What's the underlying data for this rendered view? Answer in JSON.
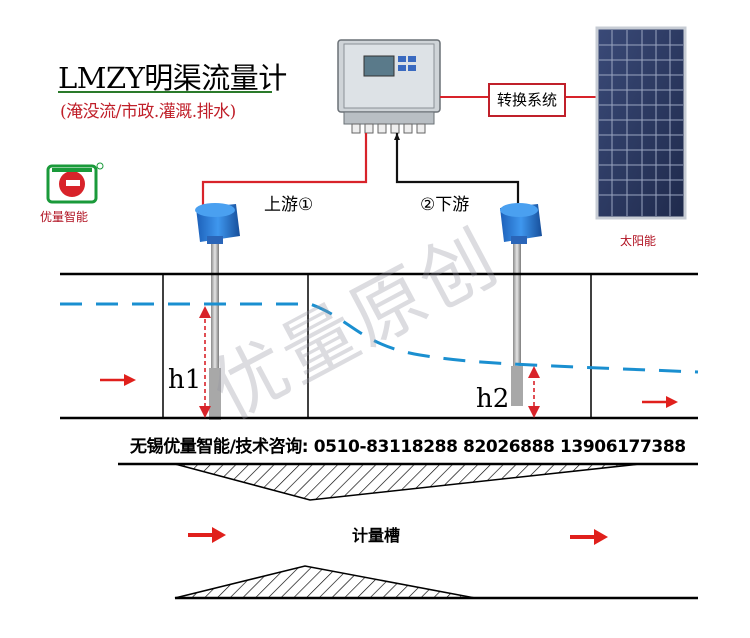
{
  "title": "LMZY明渠流量计",
  "subtitle": "(淹没流/市政.灌溉.排水)",
  "logo": {
    "brand_text": "优量智能",
    "mark": "®"
  },
  "converter": {
    "label": "转换系统"
  },
  "solar": {
    "label": "太阳能"
  },
  "sensors": {
    "upstream_label": "上游①",
    "downstream_label": "②下游",
    "h1_label": "h1",
    "h2_label": "h2"
  },
  "contact": "无锡优量智能/技术咨询: 0510-83118288  82026888 13906177388",
  "flume_label": "计量槽",
  "watermark": "优量原创",
  "colors": {
    "wire_red": "#d8232a",
    "water_blue": "#1a8fd0",
    "arrow_red": "#e0201c",
    "sensor_blue": "#1f6fd0"
  }
}
